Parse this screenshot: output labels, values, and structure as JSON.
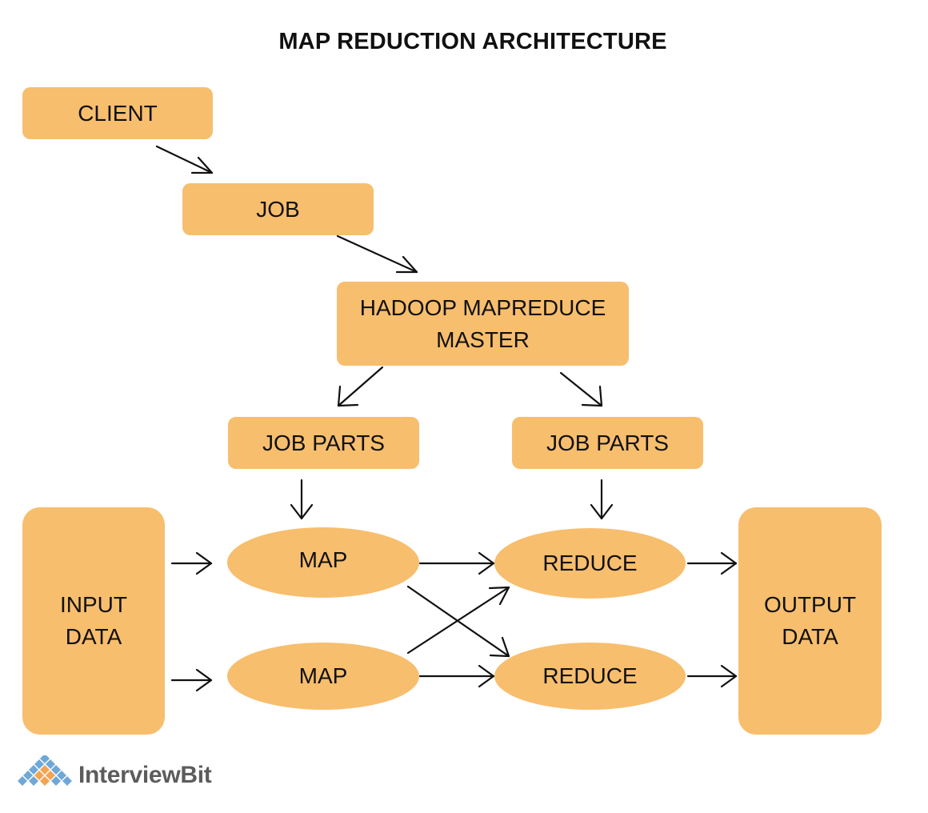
{
  "title": "MAP REDUCTION ARCHITECTURE",
  "colors": {
    "box_fill": "#F7BE6E",
    "arrow": "#111111",
    "logo_text": "#5C5C5C",
    "logo_blue": "#6FA8D8",
    "logo_orange": "#F2A451"
  },
  "nodes": {
    "client": "CLIENT",
    "job": "JOB",
    "master": [
      "HADOOP MAPREDUCE",
      "MASTER"
    ],
    "job_parts_left": "JOB PARTS",
    "job_parts_right": "JOB PARTS",
    "input_data": [
      "INPUT",
      "DATA"
    ],
    "map_top": "MAP",
    "map_bottom": "MAP",
    "reduce_top": "REDUCE",
    "reduce_bottom": "REDUCE",
    "output_data": [
      "OUTPUT",
      "DATA"
    ]
  },
  "edges": [
    {
      "from": "client",
      "to": "job"
    },
    {
      "from": "job",
      "to": "master"
    },
    {
      "from": "master",
      "to": "job_parts_left"
    },
    {
      "from": "master",
      "to": "job_parts_right"
    },
    {
      "from": "job_parts_left",
      "to": "map_top"
    },
    {
      "from": "job_parts_right",
      "to": "reduce_top"
    },
    {
      "from": "input_data",
      "to": "map_top"
    },
    {
      "from": "input_data",
      "to": "map_bottom"
    },
    {
      "from": "map_top",
      "to": "reduce_top"
    },
    {
      "from": "map_top",
      "to": "reduce_bottom"
    },
    {
      "from": "map_bottom",
      "to": "reduce_top"
    },
    {
      "from": "map_bottom",
      "to": "reduce_bottom"
    },
    {
      "from": "reduce_top",
      "to": "output_data"
    },
    {
      "from": "reduce_bottom",
      "to": "output_data"
    }
  ],
  "logo": {
    "text": "InterviewBit",
    "icon": "interviewbit-diamond-logo-icon"
  }
}
